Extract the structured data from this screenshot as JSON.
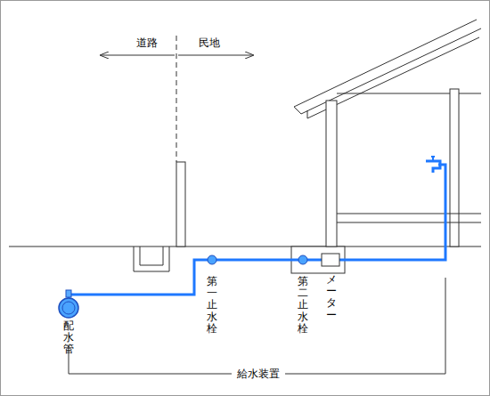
{
  "diagram": {
    "labels": [
      "道路",
      "民地",
      "配水管",
      "第一止水栓",
      "第二止水栓",
      "メーター",
      "給水装置"
    ]
  }
}
